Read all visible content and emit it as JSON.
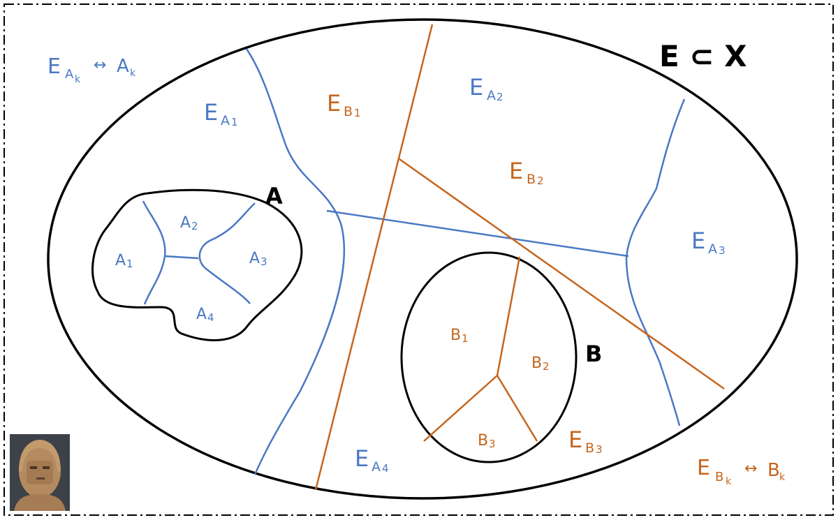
{
  "colors": {
    "region_a": "#4a78c4",
    "region_b": "#c5651e",
    "outline": "#000000",
    "frame": "#000000"
  },
  "set_labels": {
    "space": "E ⊂ X",
    "set_a": "A",
    "set_b": "B"
  },
  "legend_a": {
    "main": "E",
    "sub": "A",
    "subsub": "k",
    "arrow": "↔",
    "target": "A",
    "target_sub": "k"
  },
  "legend_b": {
    "main": "E",
    "sub": "B",
    "subsub": "k",
    "arrow": "↔",
    "target": "B",
    "target_sub": "k"
  },
  "parts_a": [
    {
      "base": "A",
      "idx": "1"
    },
    {
      "base": "A",
      "idx": "2"
    },
    {
      "base": "A",
      "idx": "3"
    },
    {
      "base": "A",
      "idx": "4"
    }
  ],
  "parts_b": [
    {
      "base": "B",
      "idx": "1"
    },
    {
      "base": "B",
      "idx": "2"
    },
    {
      "base": "B",
      "idx": "3"
    }
  ],
  "regions_a": [
    {
      "main": "E",
      "base": "A",
      "idx": "1"
    },
    {
      "main": "E",
      "base": "A",
      "idx": "2"
    },
    {
      "main": "E",
      "base": "A",
      "idx": "3"
    },
    {
      "main": "E",
      "base": "A",
      "idx": "4"
    }
  ],
  "regions_b": [
    {
      "main": "E",
      "base": "B",
      "idx": "1"
    },
    {
      "main": "E",
      "base": "B",
      "idx": "2"
    },
    {
      "main": "E",
      "base": "B",
      "idx": "3"
    }
  ],
  "thumbnail": {
    "icon": "helmet-figure-photo"
  }
}
